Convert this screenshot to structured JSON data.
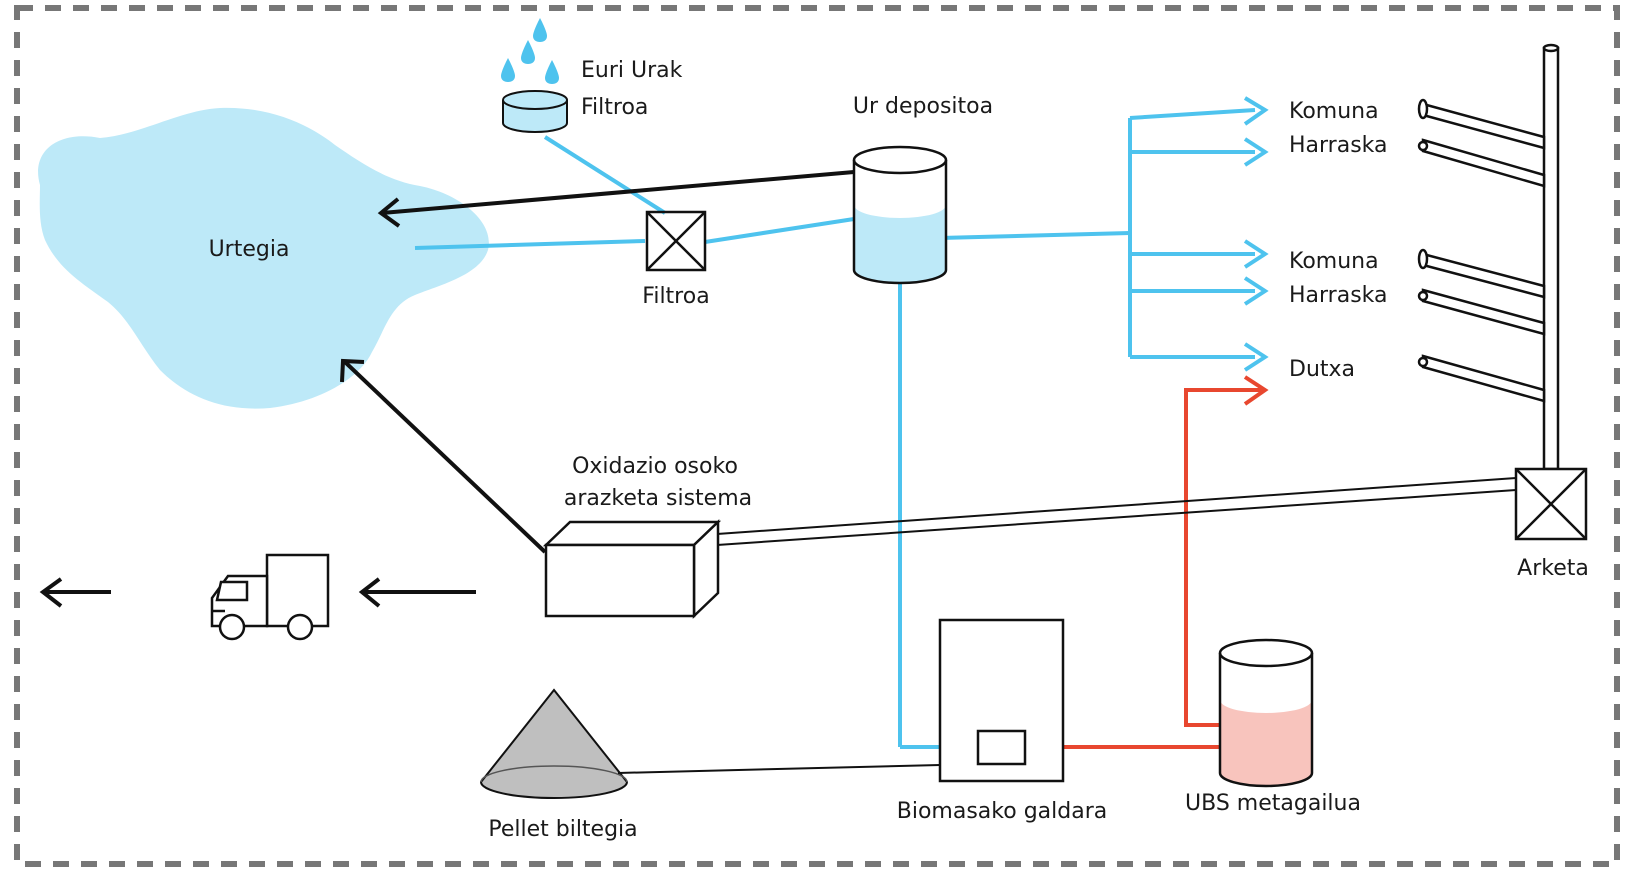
{
  "colors": {
    "cold_water": "#4ec3ee",
    "hot_water": "#e8472f",
    "water_fill": "#bde9f8",
    "hot_fill": "#f8c4bd",
    "pellet_fill": "#bfbfbf",
    "frame": "#777777",
    "line": "#111111"
  },
  "labels": {
    "reservoir": "Urtegia",
    "rain_1": "Euri Urak",
    "rain_2": "Filtroa",
    "filter": "Filtroa",
    "tank": "Ur depositoa",
    "toilet_1": "Komuna",
    "sink_1": "Harraska",
    "toilet_2": "Komuna",
    "sink_2": "Harraska",
    "shower": "Dutxa",
    "treatment_1": "Oxidazio osoko",
    "treatment_2": "arazketa sistema",
    "manhole": "Arketa",
    "pellet": "Pellet biltegia",
    "boiler": "Biomasako galdara",
    "accumulator": "UBS metagailua"
  },
  "icons": [
    "rain-drops-icon",
    "truck-icon",
    "filter-box-icon",
    "manhole-box-icon"
  ]
}
